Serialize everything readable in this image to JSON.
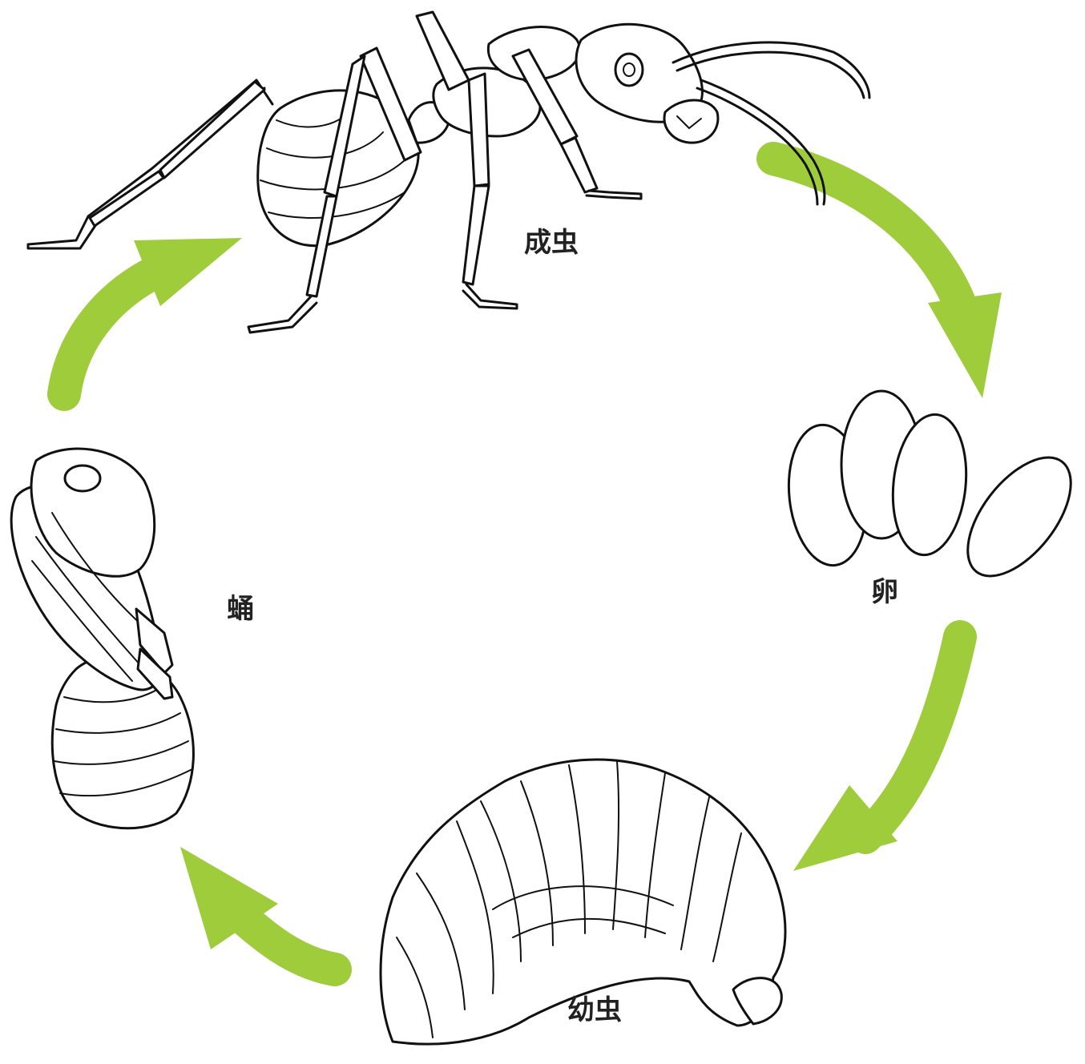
{
  "diagram": {
    "stages": {
      "adult": {
        "label": "成虫"
      },
      "egg": {
        "label": "卵"
      },
      "larva": {
        "label": "幼虫"
      },
      "pupa": {
        "label": "蛹"
      }
    },
    "colors": {
      "arrow": "#9ecc3b",
      "outline": "#111111",
      "label": "#222222",
      "background": "#ffffff"
    },
    "arrow_direction": "clockwise"
  }
}
